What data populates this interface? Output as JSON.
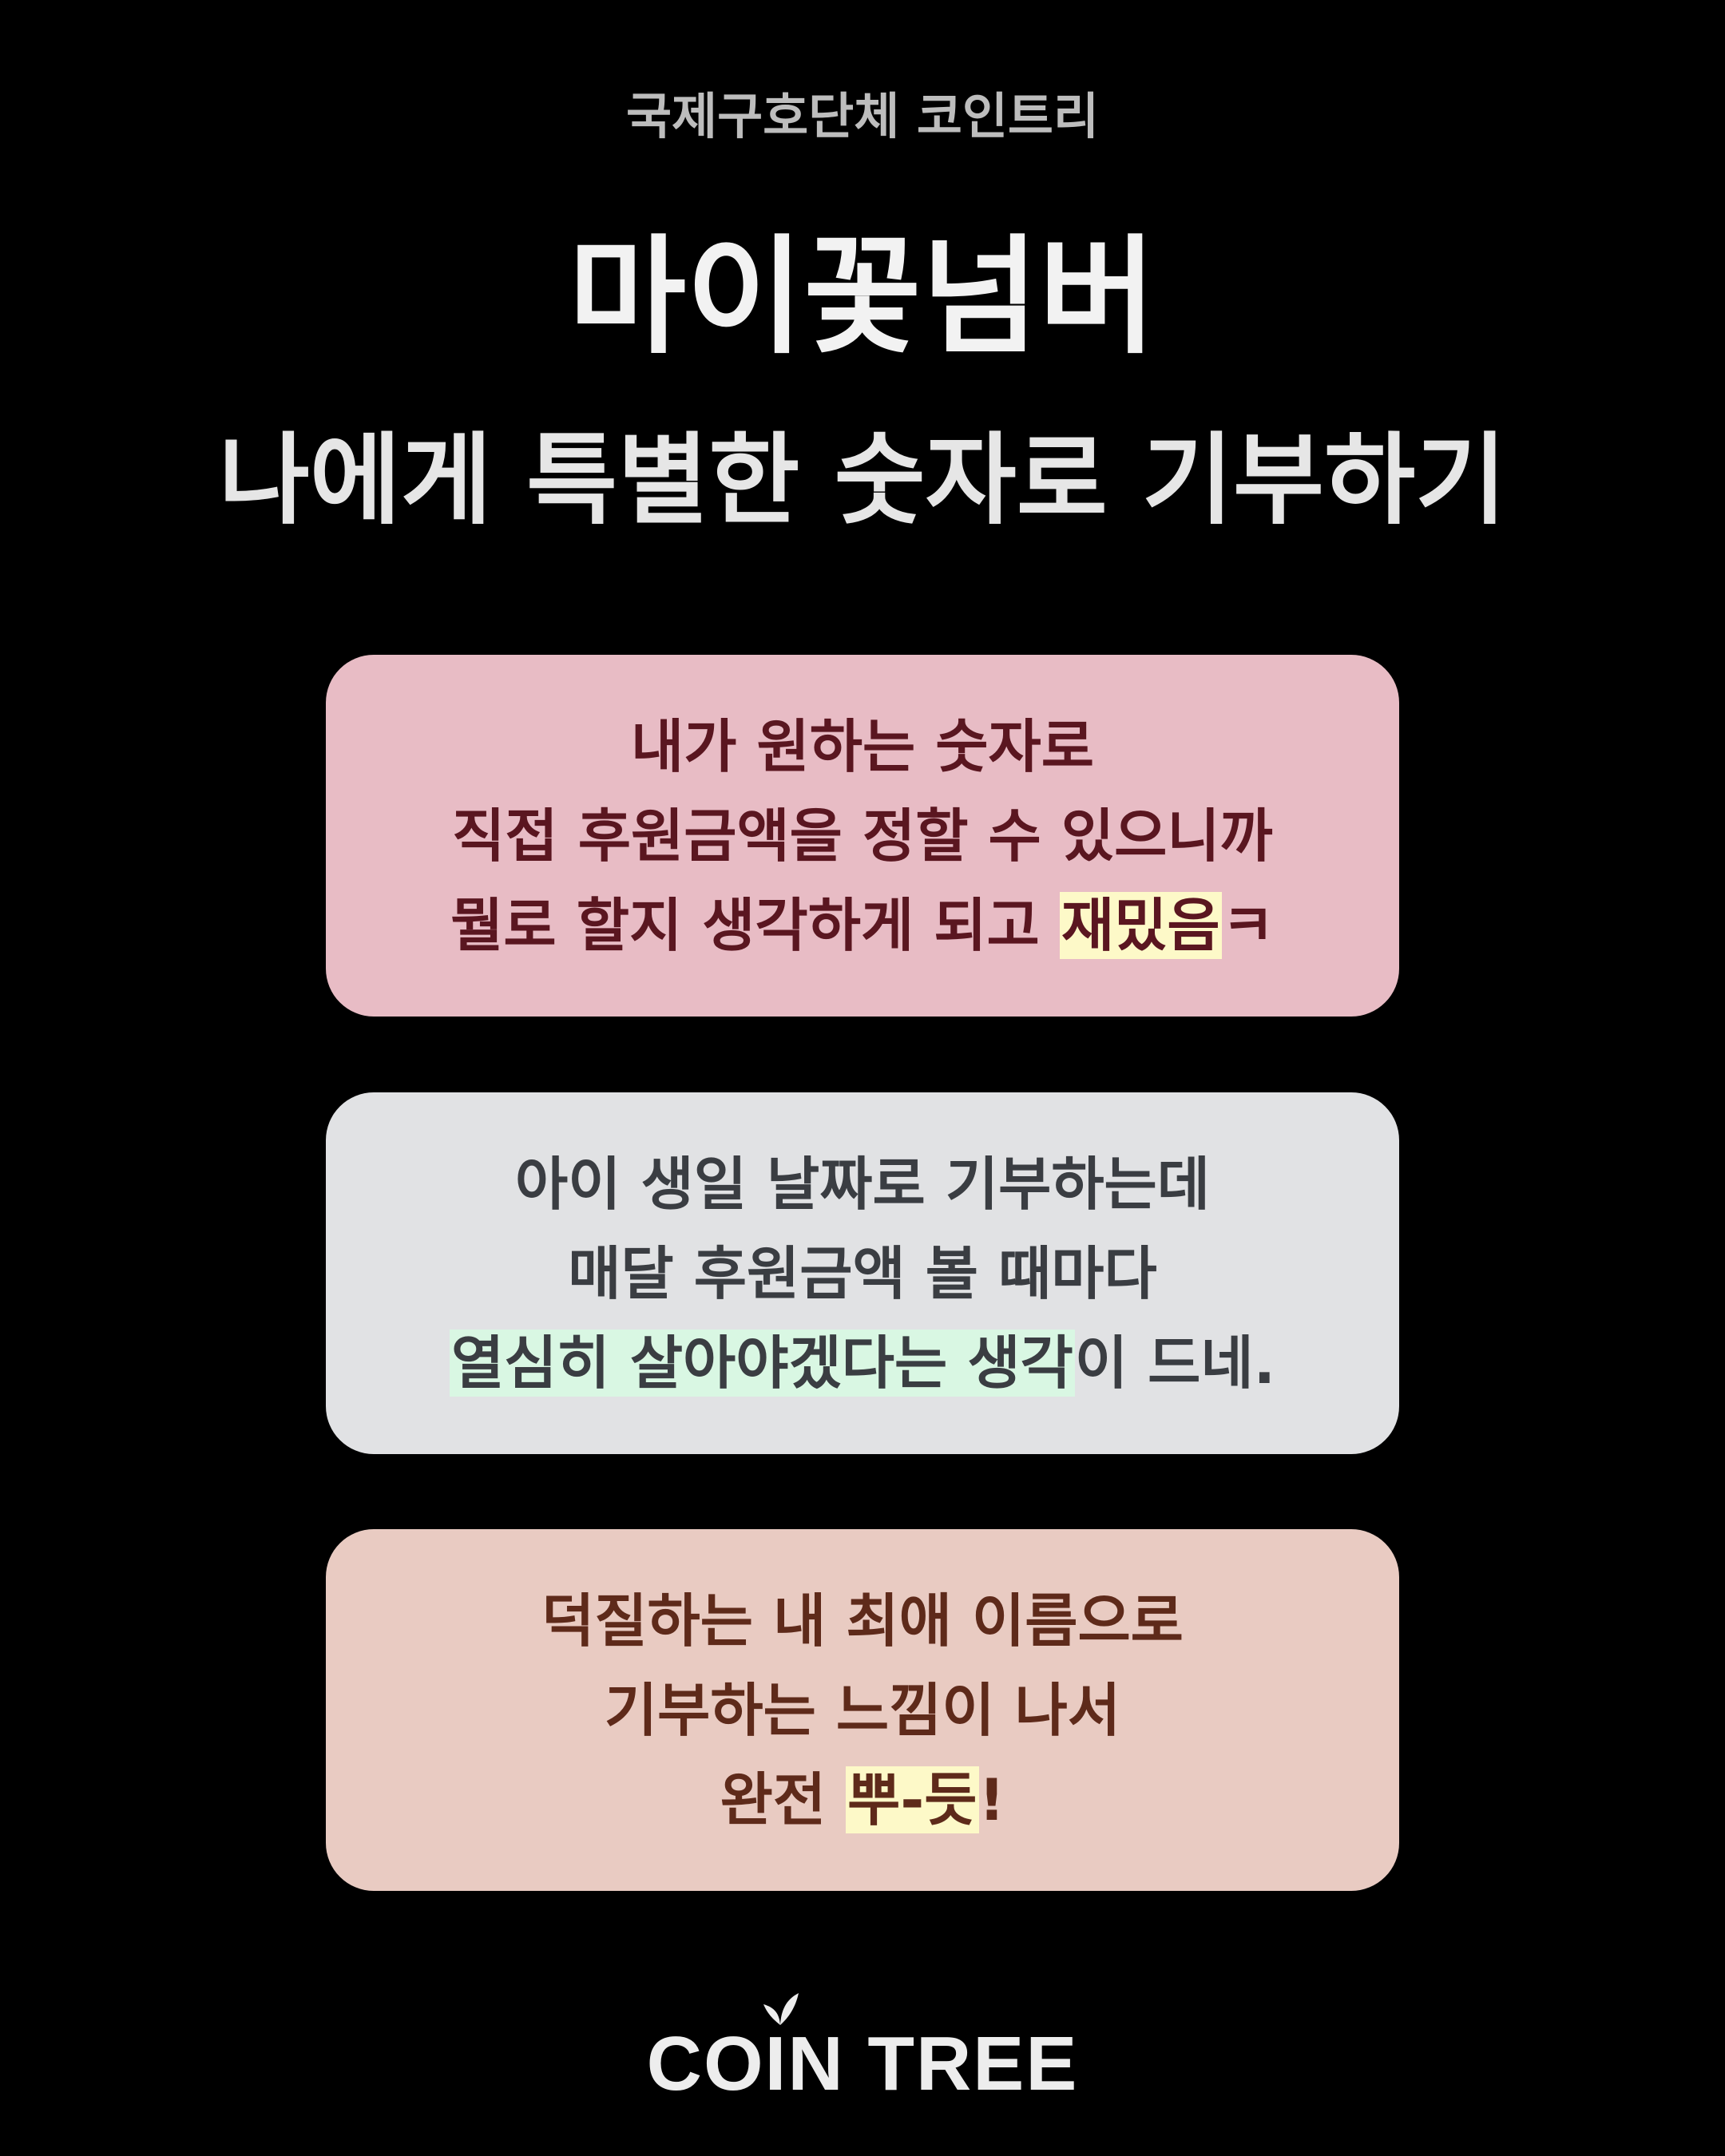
{
  "header": {
    "subtitle": "국제구호단체 코인트리",
    "title": "마이꽃넘버",
    "tagline": "나에게 특별한 숫자로 기부하기"
  },
  "cards": [
    {
      "background": "#e8bcc5",
      "text_color": "#5a1620",
      "highlight_color": "#fdf9c8",
      "lines": [
        [
          "내가 원하는 숫자로"
        ],
        [
          "직접 후원금액을 정할 수 있으니까"
        ],
        [
          "뭘로 할지 생각하게 되고 ",
          "재밌음",
          "ㅋ"
        ]
      ]
    },
    {
      "background": "#e1e2e4",
      "text_color": "#3a3d42",
      "highlight_color": "#d9f7e3",
      "lines": [
        [
          "아이 생일 날짜로 기부하는데"
        ],
        [
          "매달 후원금액 볼 때마다"
        ],
        [
          "",
          "열심히 살아야겠다는 생각",
          "이 드네."
        ]
      ]
    },
    {
      "background": "#e9cbc2",
      "text_color": "#5e2a1a",
      "highlight_color": "#fdf9c8",
      "lines": [
        [
          "덕질하는 내 최애 이름으로"
        ],
        [
          "기부하는 느낌이 나서"
        ],
        [
          "완전 ",
          "뿌-듯",
          "!"
        ]
      ]
    }
  ],
  "footer": {
    "logo_text": "COIN TREE",
    "logo_icon": "leaf-sprout-icon",
    "logo_color": "#ededed"
  }
}
